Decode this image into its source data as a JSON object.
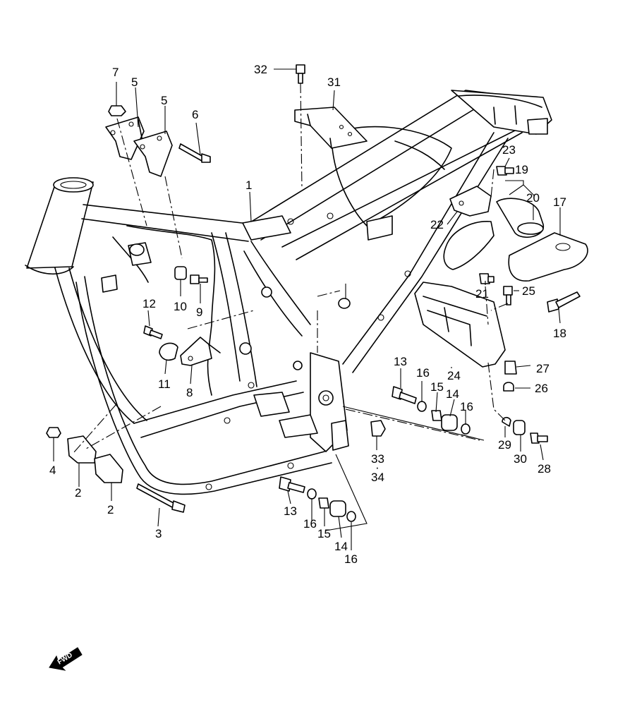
{
  "labels": {
    "l1": "1",
    "l2a": "2",
    "l2b": "2",
    "l3": "3",
    "l4": "4",
    "l5a": "5",
    "l5b": "5",
    "l6": "6",
    "l7": "7",
    "l8": "8",
    "l9": "9",
    "l10": "10",
    "l11": "11",
    "l12": "12",
    "l13a": "13",
    "l13b": "13",
    "l14a": "14",
    "l14b": "14",
    "l15a": "15",
    "l15b": "15",
    "l16a": "16",
    "l16b": "16",
    "l16c": "16",
    "l16d": "16",
    "l17": "17",
    "l18": "18",
    "l19": "19",
    "l20": "20",
    "l21": "21",
    "l22": "22",
    "l23": "23",
    "l24": "24",
    "l25": "25",
    "l26": "26",
    "l27": "27",
    "l28": "28",
    "l29": "29",
    "l30": "30",
    "l31": "31",
    "l32": "32",
    "l33": "33",
    "l34": "34",
    "dot_separator": "·"
  },
  "fwd_badge": {
    "text": "FWD",
    "icon": "fwd-arrow-icon"
  },
  "colors": {
    "line": "#000000",
    "background": "#ffffff"
  }
}
